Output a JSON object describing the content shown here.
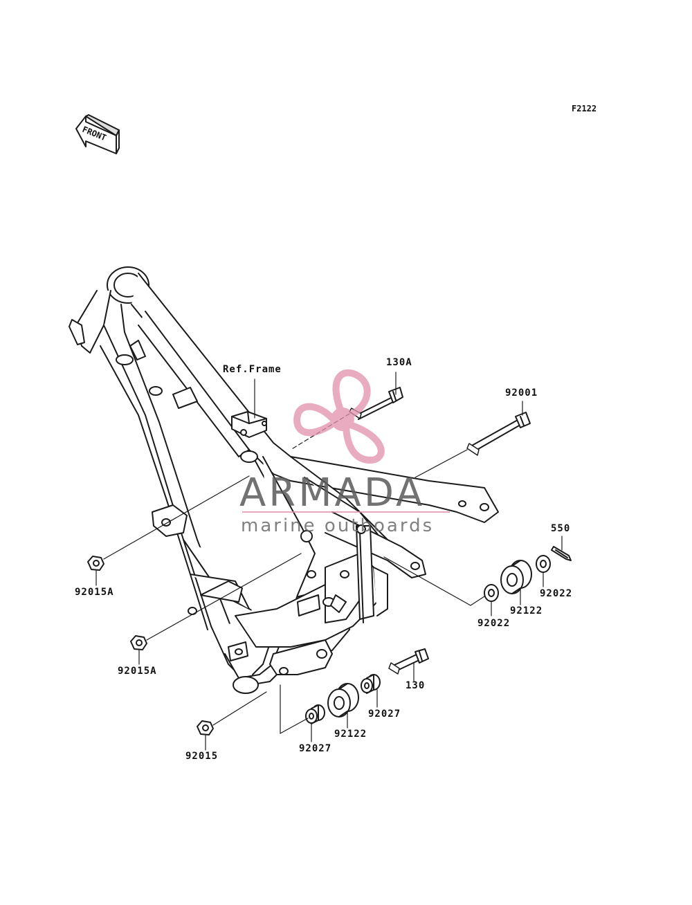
{
  "diagram_code": "F2122",
  "front_label": "FRONT",
  "ref_label": "Ref.Frame",
  "watermark": {
    "title": "ARMADA",
    "subtitle": "marine outboards",
    "accent_color": "#e28fab"
  },
  "callouts": {
    "bolt_130a": "130A",
    "bolt_92001": "92001",
    "pin_550": "550",
    "washer_92022_right": "92022",
    "bushing_92122_upper": "92122",
    "washer_92022_lower": "92022",
    "nut_92015a_upper": "92015A",
    "nut_92015a_lower": "92015A",
    "bolt_130": "130",
    "collar_92027_right": "92027",
    "bushing_92122_lower": "92122",
    "collar_92027_lower": "92027",
    "nut_92015": "92015"
  }
}
